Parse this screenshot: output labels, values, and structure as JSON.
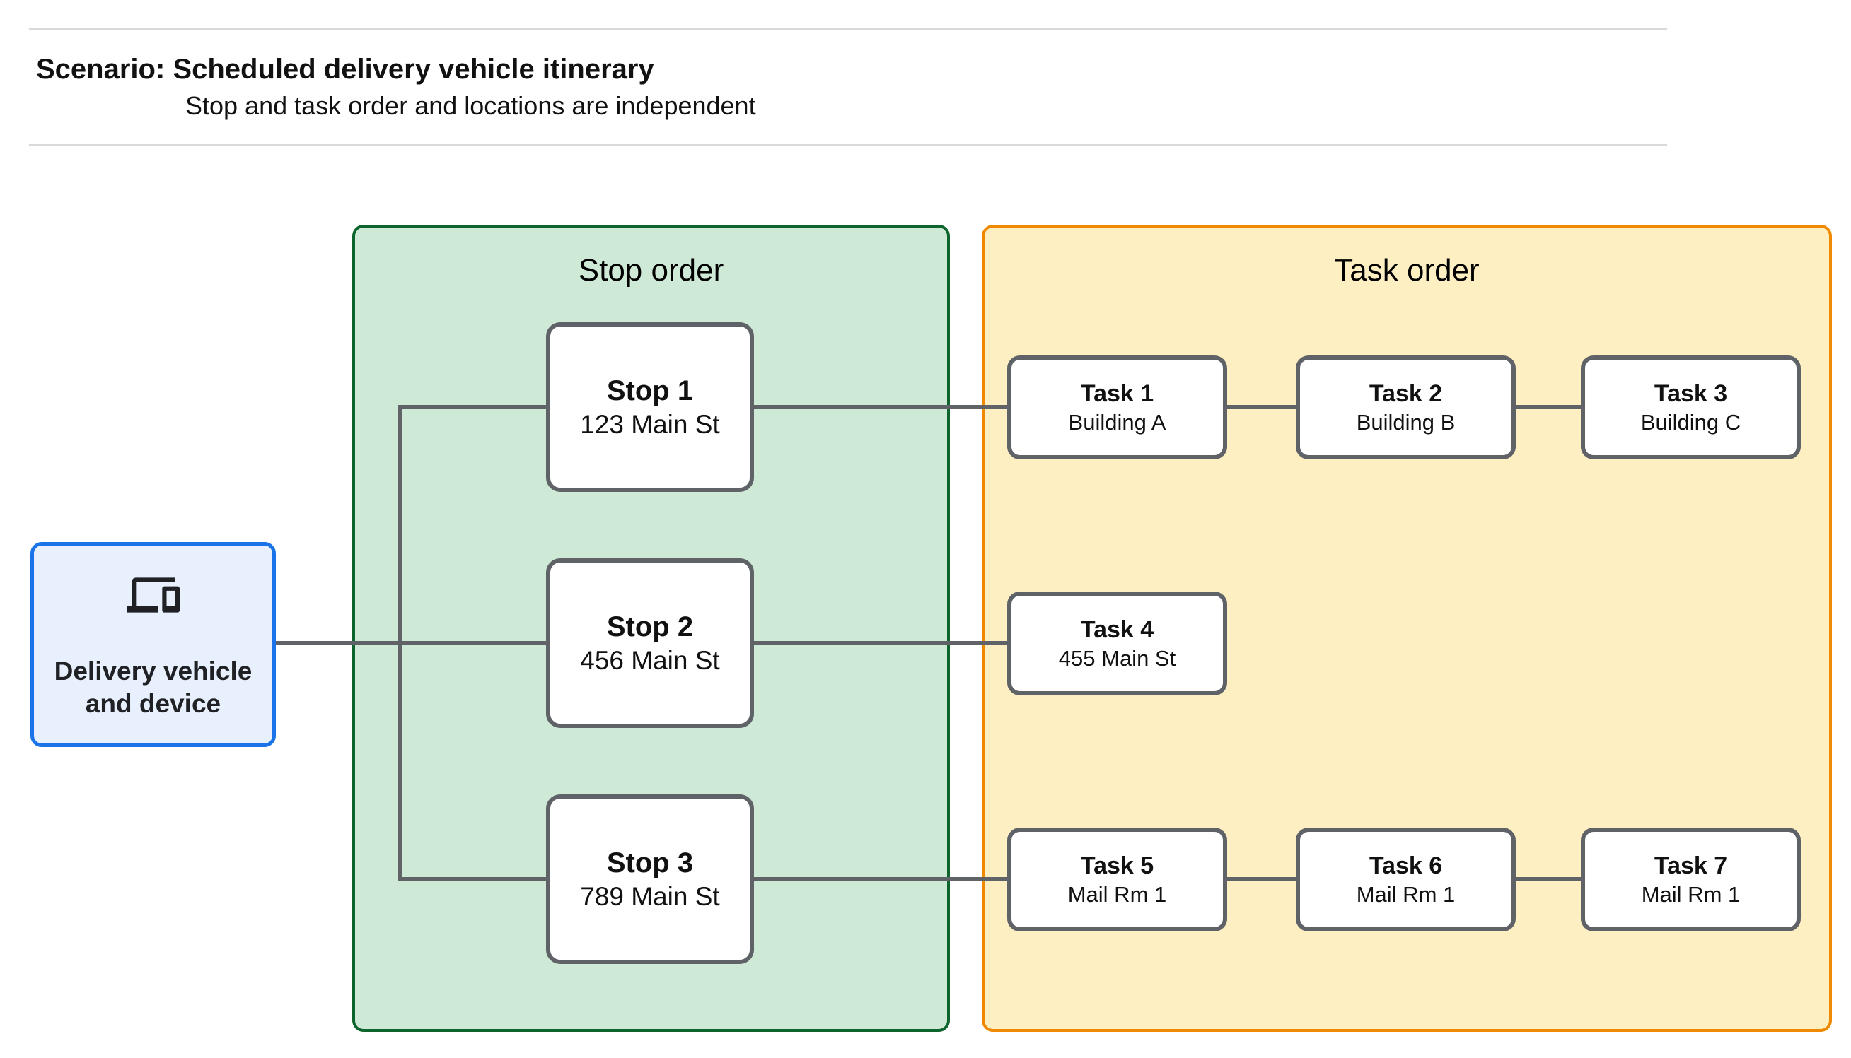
{
  "header": {
    "title": "Scenario: Scheduled delivery vehicle itinerary",
    "subtitle": "Stop and task order and locations are independent"
  },
  "vehicle": {
    "label": "Delivery vehicle and device",
    "icon": "devices-icon"
  },
  "panels": {
    "stop": {
      "title": "Stop order",
      "fill": "#ceead6",
      "border": "#0d652d"
    },
    "task": {
      "title": "Task order",
      "fill": "#feefc3",
      "border": "#ef8a00"
    }
  },
  "stops": [
    {
      "title": "Stop 1",
      "location": "123 Main St"
    },
    {
      "title": "Stop 2",
      "location": "456 Main St"
    },
    {
      "title": "Stop 3",
      "location": "789 Main St"
    }
  ],
  "tasks": [
    {
      "title": "Task 1",
      "location": "Building A"
    },
    {
      "title": "Task 2",
      "location": "Building B"
    },
    {
      "title": "Task 3",
      "location": "Building C"
    },
    {
      "title": "Task 4",
      "location": "455 Main St"
    },
    {
      "title": "Task 5",
      "location": "Mail Rm 1"
    },
    {
      "title": "Task 6",
      "location": "Mail Rm 1"
    },
    {
      "title": "Task 7",
      "location": "Mail Rm 1"
    }
  ],
  "colors": {
    "vehicle_fill": "#e8f0fe",
    "vehicle_border": "#1a73e8",
    "node_border": "#5f6368",
    "connector": "#5f6368",
    "divider": "#d9d9d9"
  }
}
